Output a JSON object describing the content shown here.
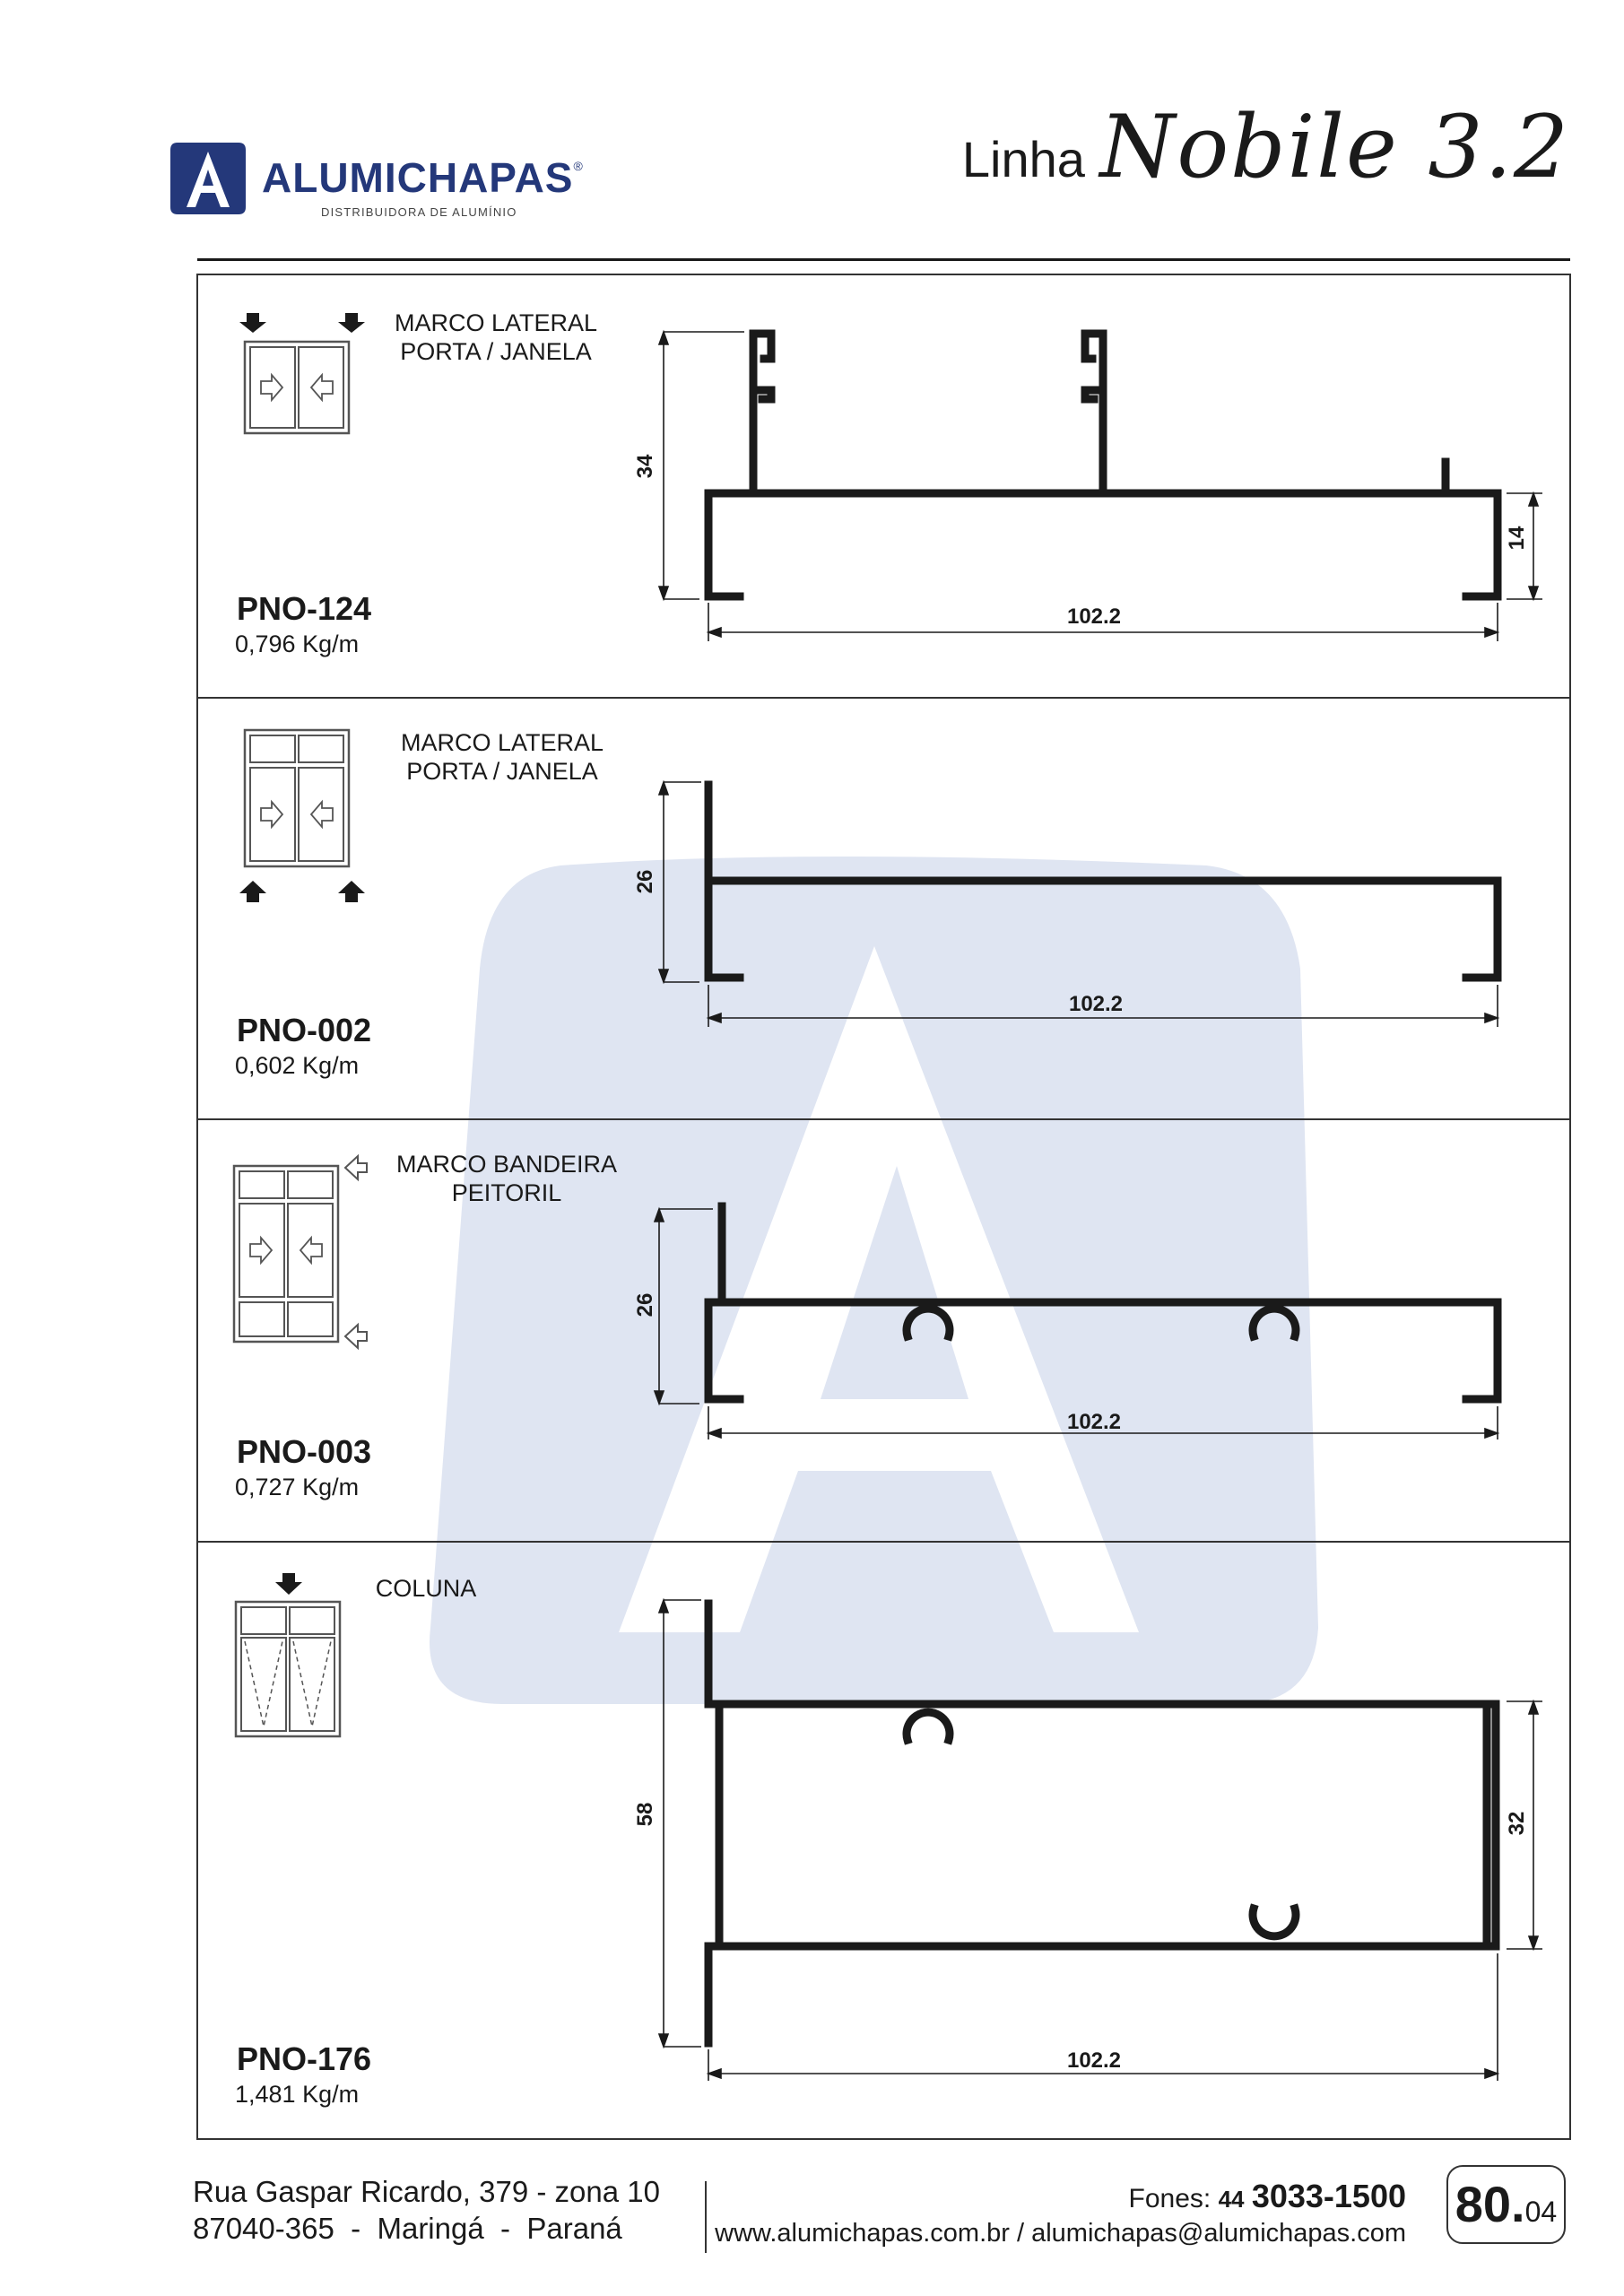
{
  "header": {
    "brand": "ALUMICHAPAS",
    "brand_reg": "®",
    "tagline": "DISTRIBUIDORA DE ALUMÍNIO",
    "line_prefix": "Linha",
    "line_name": "Nobile 3.2"
  },
  "items": [
    {
      "label_line1": "MARCO LATERAL",
      "label_line2": "PORTA / JANELA",
      "code": "PNO-124",
      "weight": "0,796 Kg/m",
      "dims": {
        "height": "34",
        "width": "102.2",
        "aux": "14"
      }
    },
    {
      "label_line1": "MARCO LATERAL",
      "label_line2": "PORTA / JANELA",
      "code": "PNO-002",
      "weight": "0,602 Kg/m",
      "dims": {
        "height": "26",
        "width": "102.2"
      }
    },
    {
      "label_line1": "MARCO BANDEIRA",
      "label_line2": "PEITORIL",
      "code": "PNO-003",
      "weight": "0,727 Kg/m",
      "dims": {
        "height": "26",
        "width": "102.2"
      }
    },
    {
      "label_line1": "COLUNA",
      "label_line2": "",
      "code": "PNO-176",
      "weight": "1,481 Kg/m",
      "dims": {
        "height": "58",
        "width": "102.2",
        "aux": "32"
      }
    }
  ],
  "footer": {
    "address_line1": "Rua Gaspar Ricardo, 379 - zona 10",
    "address_line2": "87040-365  -  Maringá  -  Paraná",
    "phones_label": "Fones:",
    "phones_area": "44",
    "phones_number": "3033-1500",
    "web": "www.alumichapas.com.br / alumichapas@alumichapas.com",
    "page_main": "80.",
    "page_sub": "04"
  },
  "colors": {
    "brand_blue": "#24387a",
    "watermark_blue": "#dfe5f2",
    "ink": "#1a1a1a"
  }
}
